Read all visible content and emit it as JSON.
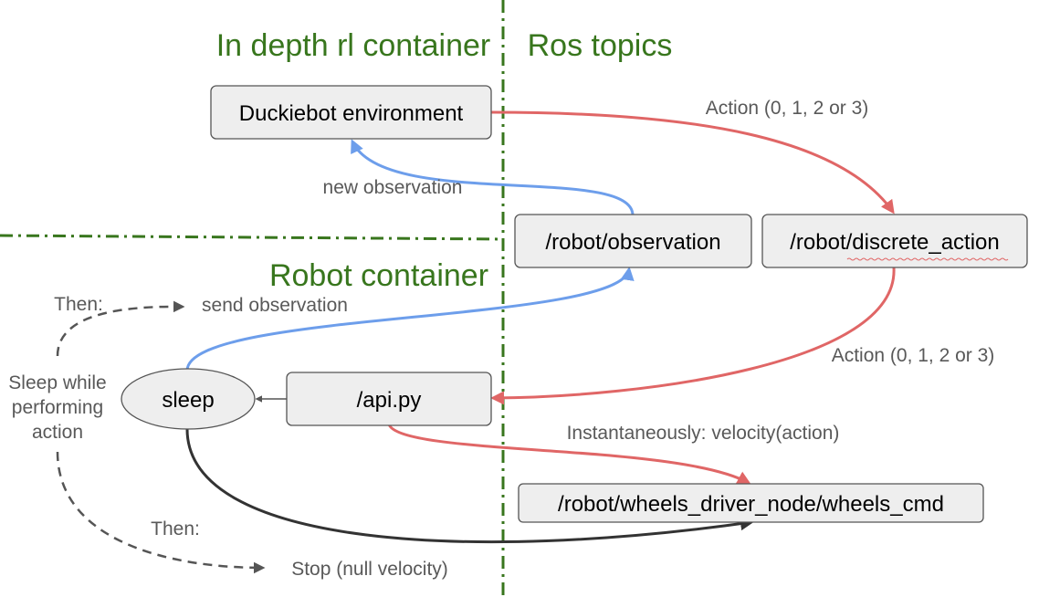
{
  "sections": {
    "rl_container": "In depth rl container",
    "ros_topics": "Ros topics",
    "robot_container": "Robot container"
  },
  "nodes": {
    "duckiebot_env": "Duckiebot environment",
    "observation_topic": "/robot/observation",
    "discrete_action_topic": "/robot/discrete_action",
    "api": "/api.py",
    "sleep": "sleep",
    "wheels_cmd": "/robot/wheels_driver_node/wheels_cmd"
  },
  "edges": {
    "action_top": "Action (0, 1, 2 or 3)",
    "new_observation": "new observation",
    "action_right": "Action (0, 1, 2 or 3)",
    "instantaneous": "Instantaneously: velocity(action)",
    "send_observation": "send observation",
    "stop": "Stop (null velocity)",
    "then_top": "Then:",
    "then_bottom": "Then:",
    "sleep_note": [
      "Sleep while",
      "performing",
      "action"
    ]
  },
  "colors": {
    "section_green": "#38761d",
    "observation_blue": "#6d9eeb",
    "action_red": "#e06666",
    "stop_black": "#333333"
  }
}
